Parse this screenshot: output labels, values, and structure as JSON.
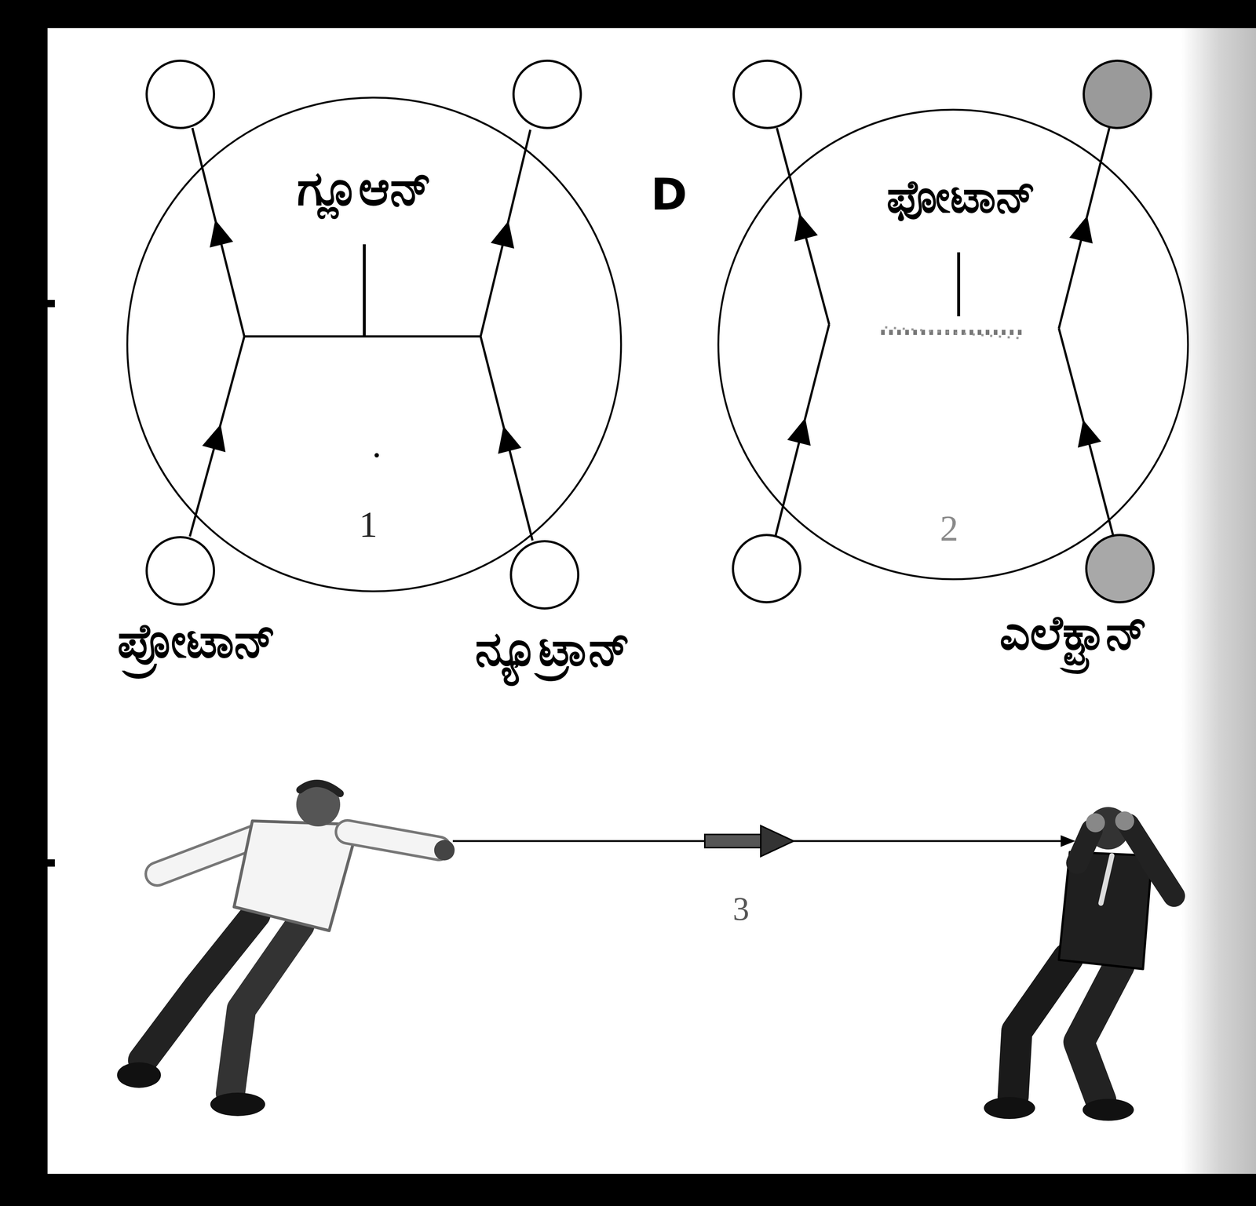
{
  "diagram": {
    "nodes": [
      {
        "text": [
          "ಗ್ಲೂಆನ್",
          "1"
        ]
      },
      {
        "text": [
          "ಫೋಟಾನ್",
          "2"
        ]
      }
    ],
    "labels": [
      "D",
      "ಪ್ರೋಟಾನ್",
      "ನ್ಯೂಟ್ರಾನ್",
      "ಎಲೆಕ್ಟ್ರಾನ್",
      "3"
    ]
  }
}
